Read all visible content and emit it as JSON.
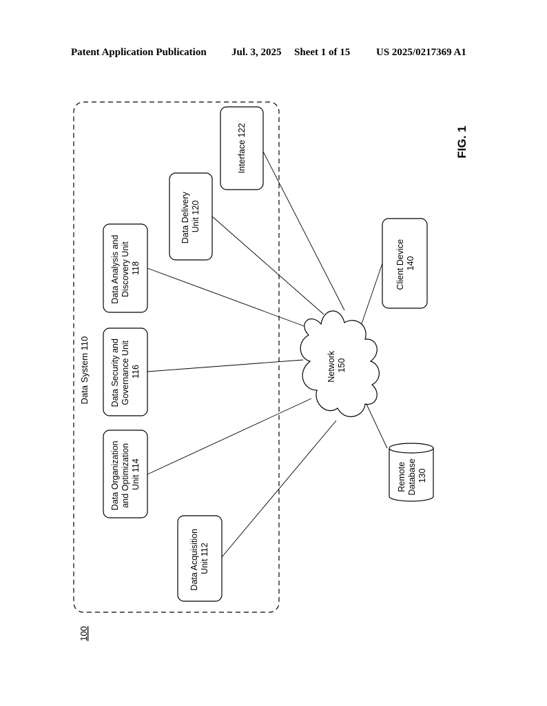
{
  "header": {
    "publication": "Patent Application Publication",
    "date": "Jul. 3, 2025",
    "sheet": "Sheet 1 of 15",
    "number": "US 2025/0217369 A1"
  },
  "figure": {
    "label": "FIG. 1",
    "ref": "100"
  },
  "system": {
    "title": "Data System 110"
  },
  "units": {
    "acquisition": [
      "Data Acquisition",
      "Unit 112"
    ],
    "organization": [
      "Data Organization",
      "and Optimization",
      "Unit 114"
    ],
    "security": [
      "Data Security and",
      "Governance Unit",
      "116"
    ],
    "analysis": [
      "Data Analysis and",
      "Discovery Unit",
      "118"
    ],
    "delivery": [
      "Data Delivery",
      "Unit 120"
    ],
    "interface": [
      "Interface 122"
    ]
  },
  "network": [
    "Network",
    "150"
  ],
  "client": [
    "Client Device",
    "140"
  ],
  "database": [
    "Remote",
    "Database",
    "130"
  ]
}
